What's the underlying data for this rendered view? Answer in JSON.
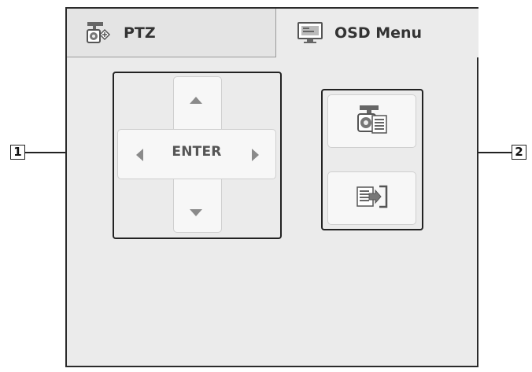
{
  "tabs": [
    {
      "label": "PTZ",
      "icon": "ptz-camera-icon",
      "active": false
    },
    {
      "label": "OSD Menu",
      "icon": "osd-monitor-icon",
      "active": true
    }
  ],
  "dpad": {
    "center_label": "ENTER",
    "arrow_up_icon": "arrow-up-icon",
    "arrow_down_icon": "arrow-down-icon",
    "arrow_left_icon": "arrow-left-icon",
    "arrow_right_icon": "arrow-right-icon"
  },
  "side_buttons": [
    {
      "icon": "camera-menu-icon"
    },
    {
      "icon": "exit-icon"
    }
  ],
  "callouts": [
    "1",
    "2"
  ],
  "colors": {
    "panel_bg": "#ebebeb",
    "border": "#2b2b2b",
    "button_bg": "#f7f7f7",
    "arrow": "#8a8a8a"
  }
}
